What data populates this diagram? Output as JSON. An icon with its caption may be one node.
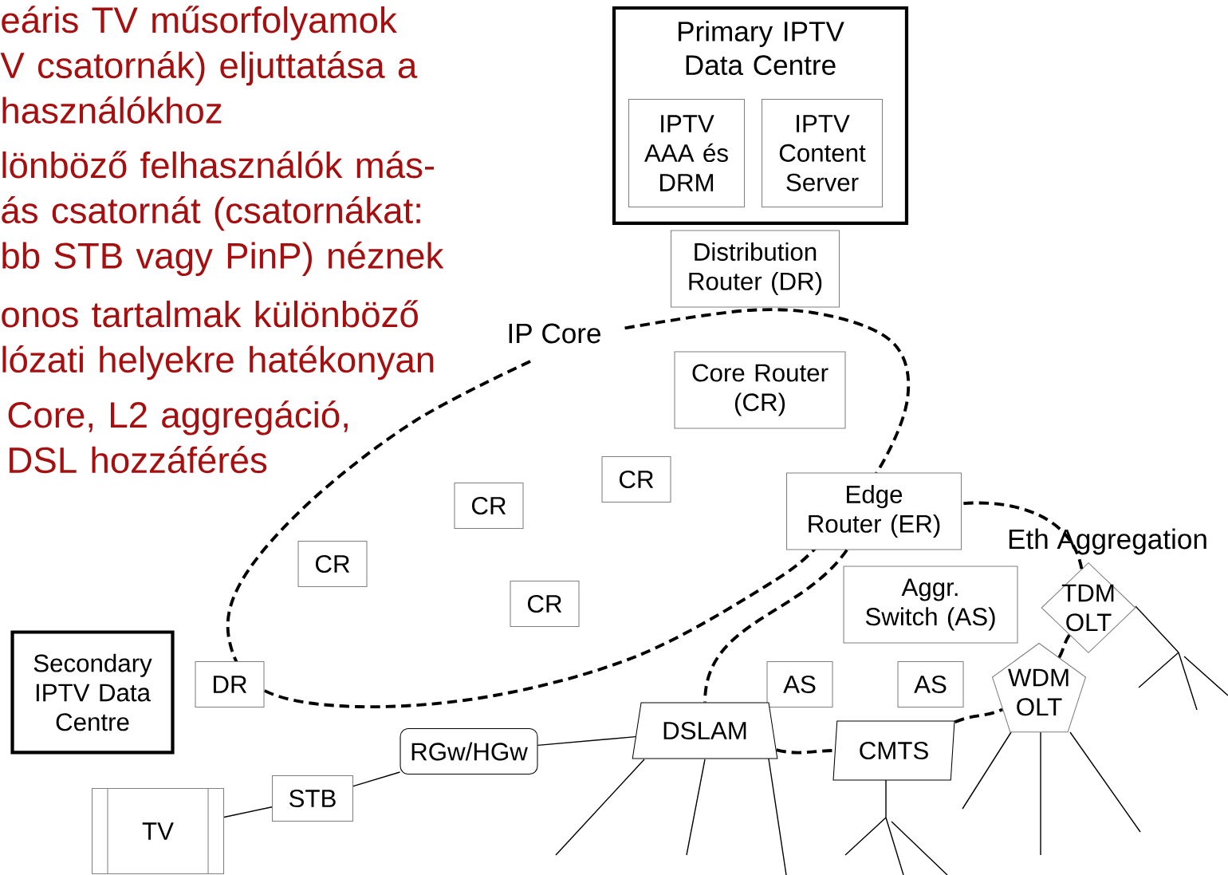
{
  "diagram": {
    "nodes": [
      {
        "text": [
          "Primary IPTV Data Centre"
        ]
      },
      {
        "text": [
          "IPTV AAA és DRM"
        ],
        "in": 0
      },
      {
        "text": [
          "IPTV Content Server"
        ],
        "in": 0
      },
      {
        "text": [
          "Distribution Router (DR)"
        ]
      },
      {
        "text": [
          "Core Router (CR)"
        ]
      },
      {
        "text": [
          "CR"
        ]
      },
      {
        "text": [
          "CR"
        ]
      },
      {
        "text": [
          "CR"
        ]
      },
      {
        "text": [
          "CR"
        ]
      },
      {
        "text": [
          "Edge Router (ER)"
        ]
      },
      {
        "text": [
          "Aggr. Switch (AS)"
        ]
      },
      {
        "text": [
          "TDM OLT"
        ]
      },
      {
        "text": [
          "Secondary IPTV Data Centre"
        ]
      },
      {
        "text": [
          "DR"
        ]
      },
      {
        "text": [
          "AS"
        ]
      },
      {
        "text": [
          "AS"
        ]
      },
      {
        "text": [
          "WDM OLT"
        ]
      },
      {
        "text": [
          "DSLAM"
        ]
      },
      {
        "text": [
          "RGw/HGw"
        ]
      },
      {
        "text": [
          "CMTS"
        ]
      },
      {
        "text": [
          "STB"
        ]
      },
      {
        "text": [
          "TV"
        ]
      }
    ],
    "edges": [
      {
        "from": 21,
        "to": 20,
        "arrow": "none"
      },
      {
        "from": 20,
        "to": 18,
        "arrow": "none"
      },
      {
        "from": 18,
        "to": 17,
        "arrow": "none"
      },
      {
        "from": 9,
        "to": 17,
        "arrow": "none",
        "style": "dashed"
      },
      {
        "from": 17,
        "to": 19,
        "arrow": "none",
        "style": "dashed"
      },
      {
        "from": 19,
        "to": 16,
        "arrow": "none",
        "style": "dashed"
      },
      {
        "from": 16,
        "to": 11,
        "arrow": "none",
        "style": "dashed"
      },
      {
        "from": 11,
        "to": 9,
        "arrow": "none",
        "style": "dashed"
      }
    ],
    "labels": [
      "eáris TV műsorfolyamok V csatornák) eljuttatása a használókhoz",
      "lönböző felhasználók más- ás csatornát (csatornákat: bb STB vagy PinP) néznek",
      "onos tartalmak különböző lózati helyekre hatékonyan",
      "Core, L2 aggregáció, DSL hozzáférés",
      "IP Core",
      "Eth Aggregation"
    ]
  }
}
